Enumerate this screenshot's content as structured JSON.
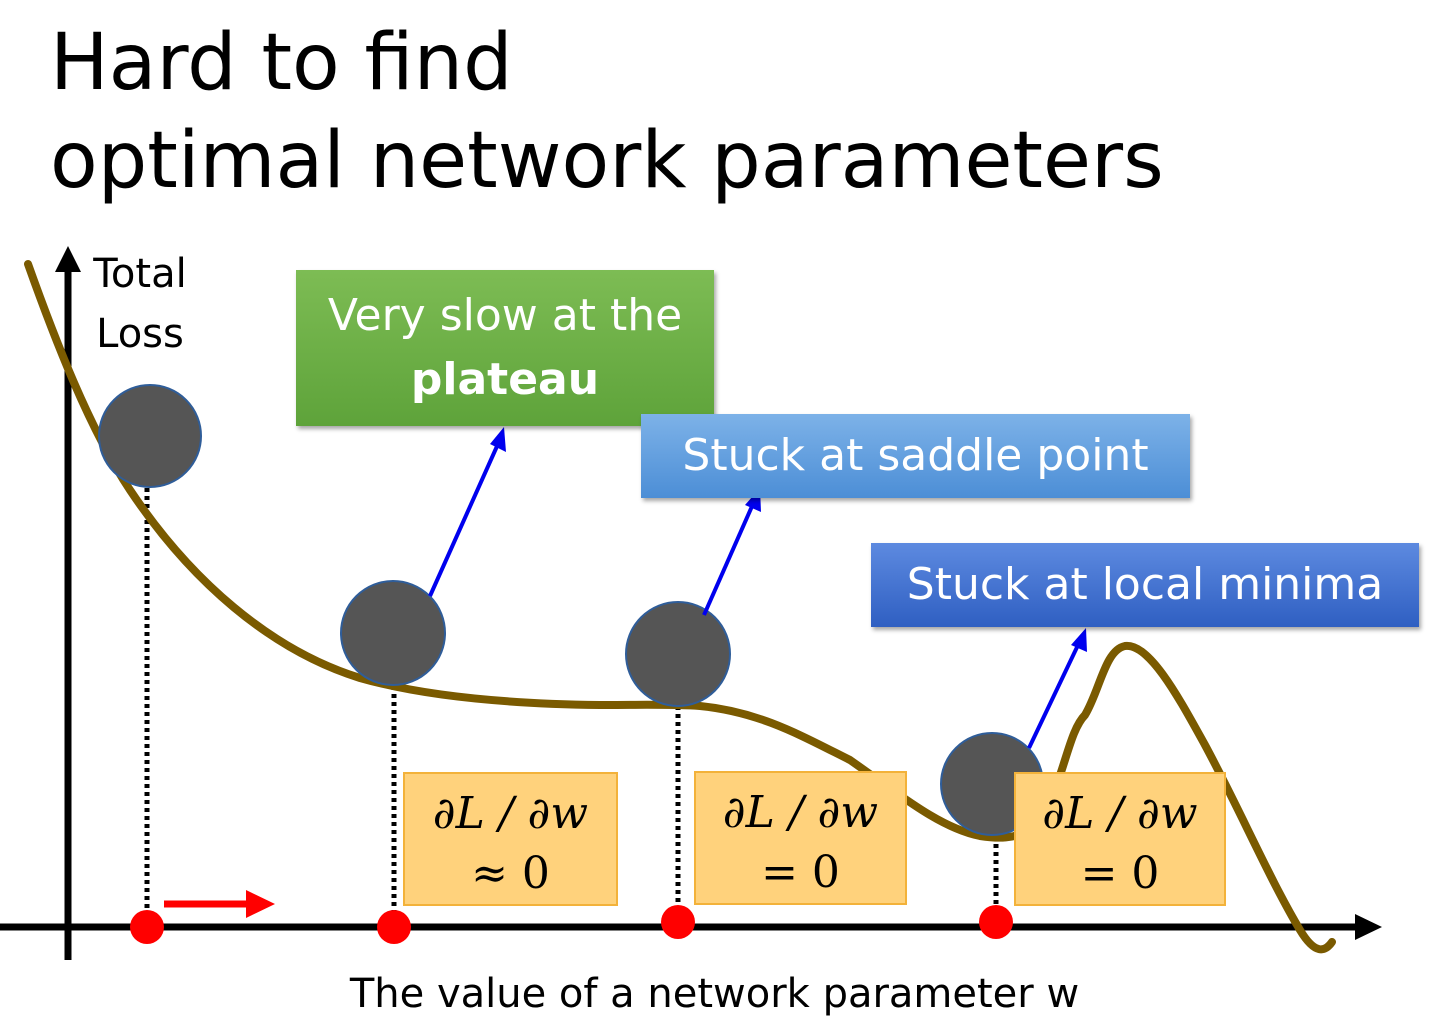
{
  "title": {
    "line1": "Hard to find",
    "line2": "optimal network parameters"
  },
  "axes": {
    "y_label_line1": "Total",
    "y_label_line2": "Loss",
    "x_label": "The value of a network parameter w"
  },
  "callouts": {
    "plateau_line1": "Very slow at the",
    "plateau_line2": "plateau",
    "saddle": "Stuck at saddle point",
    "local": "Stuck at local minima"
  },
  "derivatives": {
    "d1_expr": "∂L / ∂w",
    "d1_value": "≈ 0",
    "d2_expr": "∂L / ∂w",
    "d2_value": "= 0",
    "d3_expr": "∂L / ∂w",
    "d3_value": "= 0"
  },
  "colors": {
    "curve": "#7a5a00",
    "ball": "#555555",
    "ball_outline": "#2f5d99",
    "point": "#ff0000",
    "callout_arrow": "#0000ee",
    "direction_arrow": "#ff0000",
    "plateau_fill": "#6aad44",
    "saddle_fill": "#5b9bd5",
    "local_fill": "#3a6fd0",
    "derivative_fill": "#ffd27c"
  }
}
